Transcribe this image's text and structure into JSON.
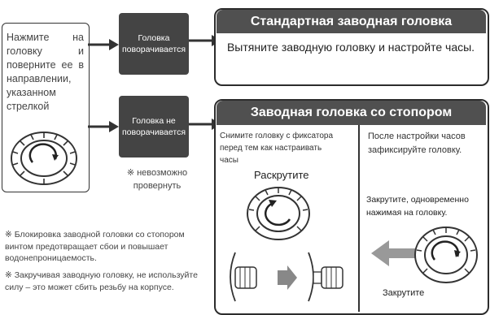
{
  "left_instruction": "Нажмите на головку и поверните ее в направлении, указанном стрелкой",
  "box_turns": "Головка поворачивается",
  "box_not_turns": "Головка не поворачивается",
  "cannot_turn": "※ невозможно провернуть",
  "standard": {
    "title": "Стандартная заводная головка",
    "text": "Вытяните заводную головку и настройте часы."
  },
  "lock": {
    "title": "Заводная головка со стопором",
    "left_text": "Снимите головку с фиксатора перед тем как настраивать часы",
    "unscrew": "Раскрутите",
    "right_text": "После настройки часов зафиксируйте головку.",
    "screw_text": "Закрутите, одновременно нажимая на головку.",
    "screw_label": "Закрутите"
  },
  "notes": [
    "※ Блокировка заводной головки со стопором винтом предотвращает сбои и повышает водонепроницаемость.",
    "※ Закручивая заводную головку, не используйте силу – это может сбить резьбу на корпусе."
  ]
}
